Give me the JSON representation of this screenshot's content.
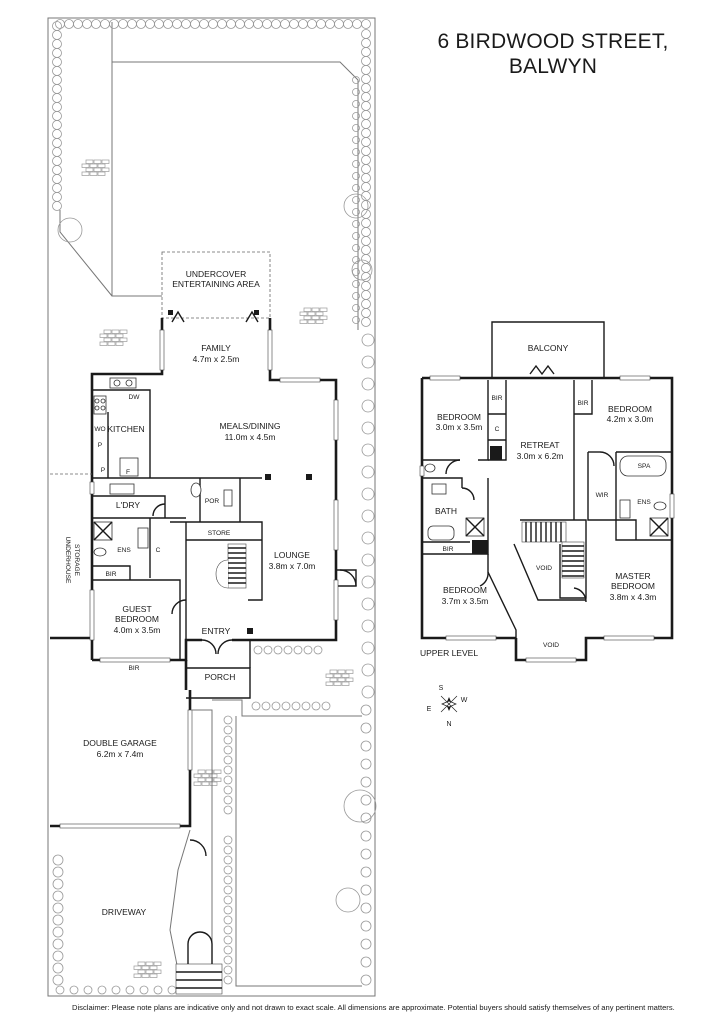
{
  "title": {
    "line1": "6 BIRDWOOD STREET,",
    "line2": "BALWYN"
  },
  "ground_floor": {
    "rooms": [
      {
        "id": "undercover",
        "label": "UNDERCOVER ENTERTAINING AREA",
        "lines": [
          "UNDERCOVER",
          "ENTERTAINING AREA"
        ],
        "dims": ""
      },
      {
        "id": "family",
        "label": "FAMILY",
        "dims": "4.7m x 2.5m"
      },
      {
        "id": "meals",
        "label": "MEALS/DINING",
        "dims": "11.0m x 4.5m"
      },
      {
        "id": "kitchen",
        "label": "KITCHEN",
        "dims": ""
      },
      {
        "id": "lounge",
        "label": "LOUNGE",
        "dims": "3.8m x 7.0m"
      },
      {
        "id": "guest",
        "label": "GUEST BEDROOM",
        "lines": [
          "GUEST",
          "BEDROOM"
        ],
        "dims": "4.0m x 3.5m"
      },
      {
        "id": "garage",
        "label": "DOUBLE GARAGE",
        "dims": "6.2m x 7.4m"
      },
      {
        "id": "driveway",
        "label": "DRIVEWAY",
        "dims": ""
      },
      {
        "id": "entry",
        "label": "ENTRY",
        "dims": ""
      },
      {
        "id": "porch",
        "label": "PORCH",
        "dims": ""
      },
      {
        "id": "ldry",
        "label": "L'DRY",
        "dims": ""
      },
      {
        "id": "store",
        "label": "STORE",
        "dims": ""
      },
      {
        "id": "por",
        "label": "POR",
        "dims": ""
      },
      {
        "id": "ens",
        "label": "ENS",
        "dims": ""
      }
    ],
    "small_labels": {
      "dw": "DW",
      "wo": "WO",
      "p1": "P",
      "p2": "P",
      "f": "F",
      "c1": "C",
      "bir1": "BIR",
      "bir2": "BIR"
    },
    "underhouse_storage": [
      "UNDERHOUSE",
      "STORAGE"
    ]
  },
  "upper_floor": {
    "level_label": "UPPER LEVEL",
    "rooms": [
      {
        "id": "balcony",
        "label": "BALCONY",
        "dims": ""
      },
      {
        "id": "bed1",
        "label": "BEDROOM",
        "dims": "3.0m x 3.5m"
      },
      {
        "id": "retreat",
        "label": "RETREAT",
        "dims": "3.0m x 6.2m"
      },
      {
        "id": "bed2",
        "label": "BEDROOM",
        "dims": "4.2m x 3.0m"
      },
      {
        "id": "bath",
        "label": "BATH",
        "dims": ""
      },
      {
        "id": "bed3",
        "label": "BEDROOM",
        "dims": "3.7m x 3.5m"
      },
      {
        "id": "master",
        "label": "MASTER BEDROOM",
        "lines": [
          "MASTER",
          "BEDROOM"
        ],
        "dims": "3.8m x 4.3m"
      }
    ],
    "small_labels": {
      "bir_a": "BIR",
      "bir_b": "BIR",
      "c": "C",
      "spa": "SPA",
      "wir": "WIR",
      "ens": "ENS",
      "bir_c": "BIR",
      "void1": "VOID",
      "void2": "VOID"
    }
  },
  "compass": {
    "s": "S",
    "w": "W",
    "e": "E",
    "n": "N"
  },
  "disclaimer": "Disclaimer: Please note plans are indicative only and not drawn to exact scale. All dimensions are approximate. Potential buyers should satisfy themselves of any pertinent matters."
}
